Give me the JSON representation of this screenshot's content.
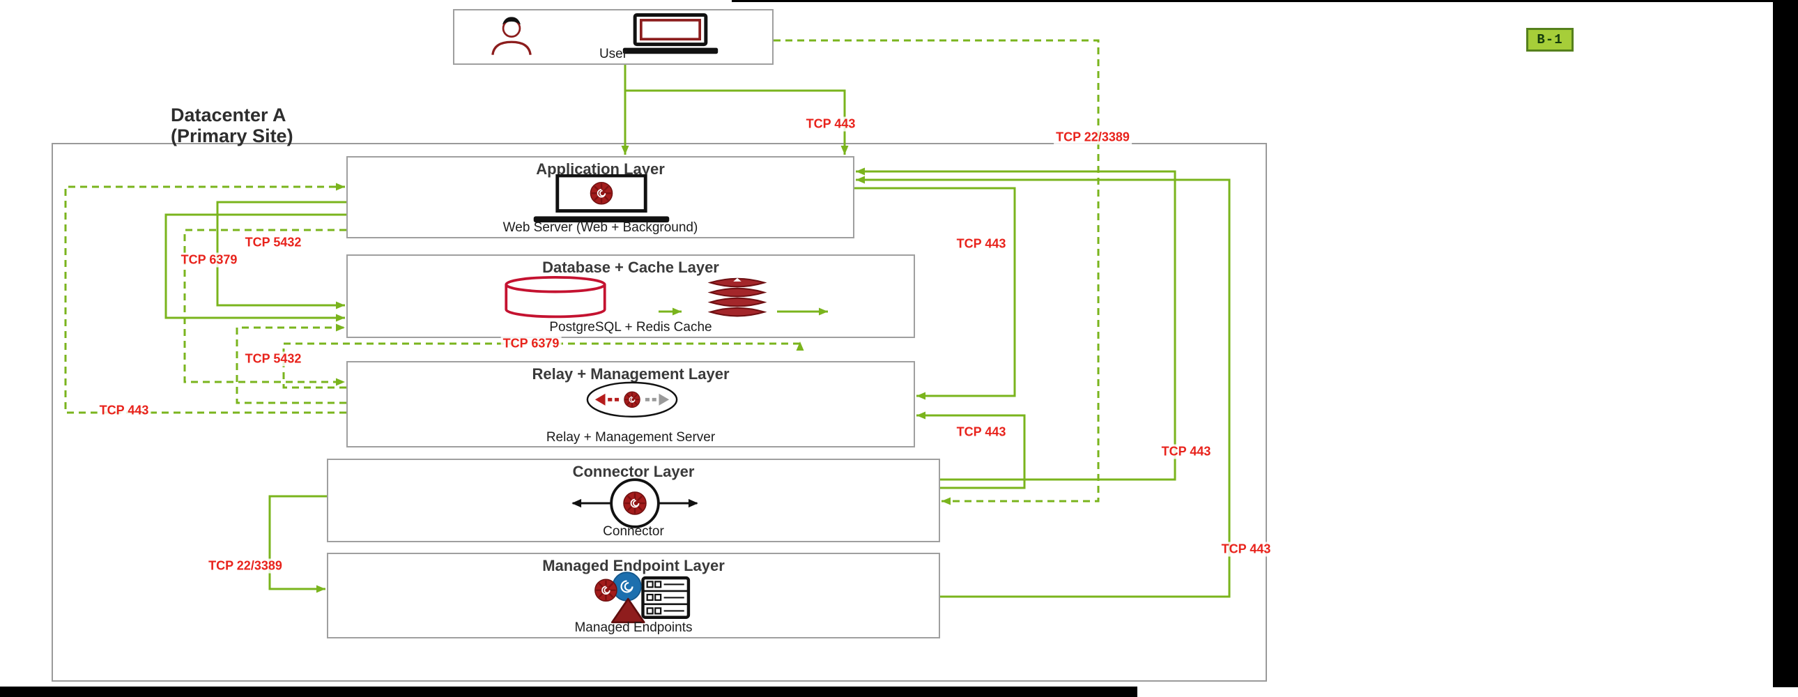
{
  "badge": {
    "label": "B-1"
  },
  "user_node": {
    "label": "User"
  },
  "datacenter": {
    "title_line1": "Datacenter A",
    "title_line2": "(Primary Site)"
  },
  "layers": [
    {
      "id": "application",
      "title": "Application Layer",
      "caption": "Web Server (Web + Background)"
    },
    {
      "id": "database",
      "title": "Database + Cache Layer",
      "caption": "PostgreSQL + Redis Cache"
    },
    {
      "id": "relay",
      "title": "Relay + Management Layer",
      "caption": "Relay + Management Server"
    },
    {
      "id": "connector",
      "title": "Connector Layer",
      "caption": "Connector"
    },
    {
      "id": "endpoint",
      "title": "Managed Endpoint Layer",
      "caption": "Managed Endpoints"
    }
  ],
  "connection_labels": [
    "TCP 443",
    "TCP 22/3389",
    "TCP 5432",
    "TCP 6379",
    "TCP 443",
    "TCP 6379",
    "TCP 5432",
    "TCP 443",
    "TCP 443",
    "TCP 443",
    "TCP 22/3389",
    "TCP 443"
  ],
  "colors": {
    "line_green": "#7ab41d",
    "label_red": "#e8231c",
    "icon_red": "#a31c1c",
    "postgres_red": "#c41230",
    "endpoint_blue": "#1d6fae",
    "badge_green": "#a6ce39"
  }
}
